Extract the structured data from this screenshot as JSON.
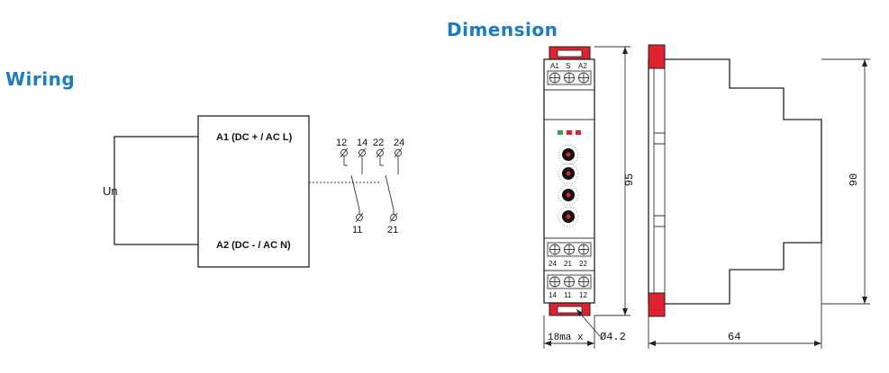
{
  "headings": {
    "wiring": "Wiring",
    "dimension": "Dimension"
  },
  "wiring": {
    "supply_label": "Un",
    "terminal_a1": "A1 (DC + / AC L)",
    "terminal_a2": "A2 (DC - / AC N)",
    "contacts_top": [
      "12",
      "14",
      "22",
      "24"
    ],
    "contacts_bottom": [
      "11",
      "21"
    ]
  },
  "dimension": {
    "top_terminals": [
      "A1",
      "S",
      "A2"
    ],
    "middle_terminals": [
      "24",
      "21",
      "22"
    ],
    "bottom_terminals": [
      "14",
      "11",
      "12"
    ],
    "height_front": "95",
    "height_side": "90",
    "width_front": "18ma x",
    "hole_diameter": "Ø4.2",
    "depth_side": "64"
  },
  "colors": {
    "heading": "#1a7cc1",
    "clip": "#e0212e",
    "led_green": "#2ea84a",
    "led_red": "#e0212e"
  }
}
